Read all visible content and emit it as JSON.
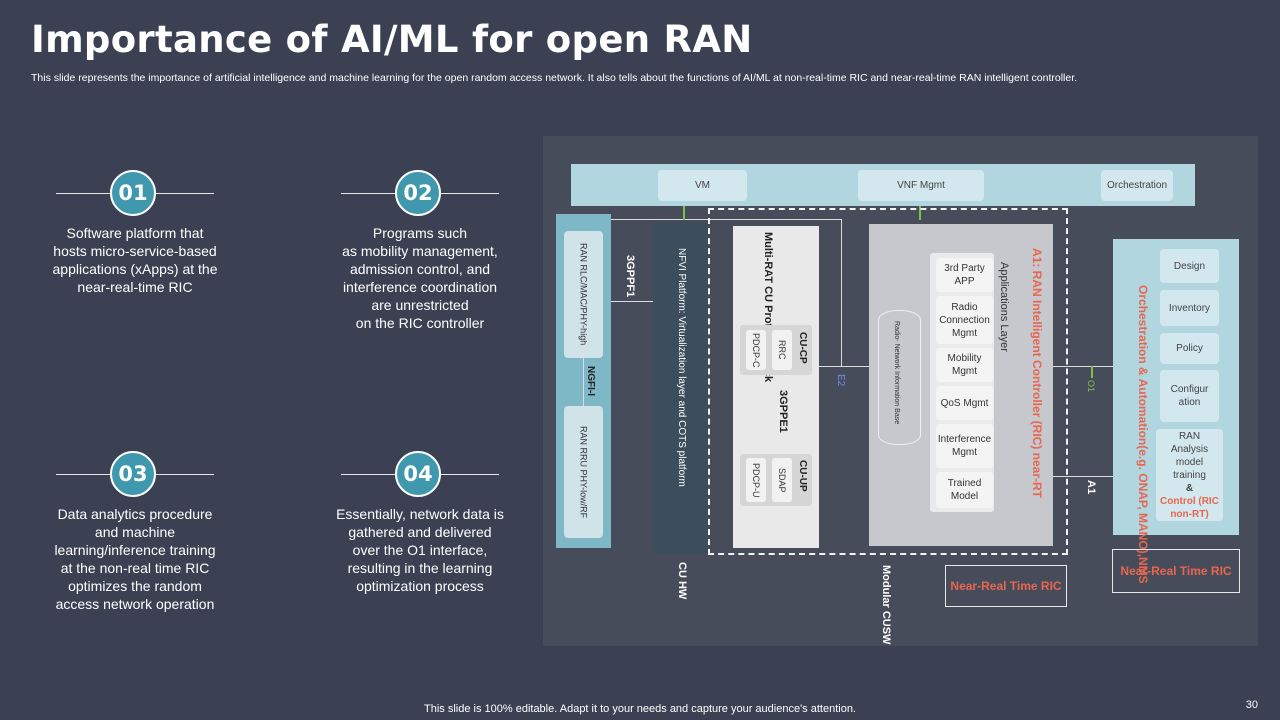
{
  "title": "Importance of AI/ML for open RAN",
  "subtitle": "This slide represents the importance of artificial intelligence and machine learning for the open random access network. It also tells about the functions of AI/ML  at non-real-time RIC and near-real-time RAN intelligent controller.",
  "points": [
    {
      "num": "01",
      "text": "Software platform that\nhosts micro-service-based\napplications (xApps) at the\nnear-real-time RIC"
    },
    {
      "num": "02",
      "text": "Programs such\nas mobility management,\nadmission control, and\ninterference coordination\nare unrestricted\non the RIC controller"
    },
    {
      "num": "03",
      "text": "Data analytics procedure\nand machine\nlearning/inference training\nat the non-real time RIC\noptimizes the random\naccess network operation"
    },
    {
      "num": "04",
      "text": "Essentially, network data is\ngathered and delivered\nover the O1 interface,\nresulting in the learning\noptimization process"
    }
  ],
  "diagram": {
    "top_bar": {
      "vm": "VM",
      "vnf_mgmt": "VNF Mgmt",
      "orchestration": "Orchestration"
    },
    "ran_col": {
      "top": "RAN RLC/MAC/PHY-high",
      "middle": "NGFI-I",
      "bottom": "RAN RRU PHY-low/RF"
    },
    "label_3gpp_left": "3GPPF1",
    "nfvi": "NFVI Platform: Virtualization layer and COTS platform",
    "cu_hw": "CU HW",
    "cu_stack": {
      "title": "Multi-RAT CU Protocol Stack",
      "cu_cp": "CU-CP",
      "rrc": "RRC",
      "pdcp_c": "PDCP-C",
      "gppe1": "3GPPE1",
      "cu_up": "CU-UP",
      "sdap": "SDAP",
      "pdcp_u": "PDCP-U"
    },
    "modular_cusw": "Modular CUSW",
    "e2": "E2",
    "ric": {
      "rnib": "Radio- Network Information Base",
      "app_layer": "Applications Layer",
      "title": "A1: RAN Intelligent Controller (RIC) near-RT",
      "apps": [
        "3rd Party APP",
        "Radio Connection Mgmt",
        "Mobility Mgmt",
        "QoS Mgmt",
        "Interference Mgmt",
        "Trained Model"
      ]
    },
    "near_rt_ric_1": "Near-Real Time RIC",
    "o1": "O1",
    "a1": "A1",
    "orch": {
      "title": "Orchestration & Automation(e.g. ONAP, MANO),NMS",
      "items": [
        "Design",
        "Inventory",
        "Policy",
        "Configuration"
      ],
      "ran_analysis": "RAN Analysis model training",
      "amp": "&",
      "control": "Control (RIC non-RT)"
    },
    "near_rt_ric_2": "Near-Real Time RIC"
  },
  "footer": "This slide is 100% editable. Adapt it to your needs and capture your audience's attention.",
  "page_number": "30",
  "colors": {
    "background": "#3b4152",
    "panel": "#474c5a",
    "accent_teal": "#3f98ad",
    "accent_red": "#e8664f"
  }
}
